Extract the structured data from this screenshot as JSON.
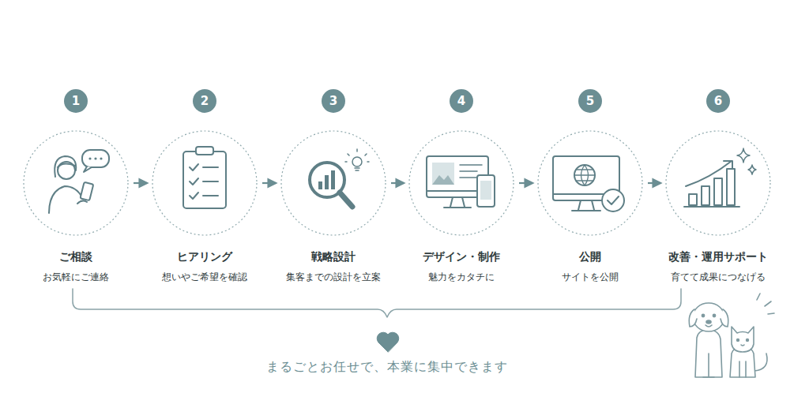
{
  "diagram": {
    "nodes": [
      {
        "text": [
          "1"
        ]
      },
      {
        "text": [
          "ご相談",
          "お気軽にご連絡"
        ]
      },
      {
        "text": [
          "2"
        ]
      },
      {
        "text": [
          "ヒアリング",
          "想いやご希望を確認"
        ]
      },
      {
        "text": [
          "3"
        ]
      },
      {
        "text": [
          "戦略設計",
          "集客までの設計を立案"
        ]
      },
      {
        "text": [
          "4"
        ]
      },
      {
        "text": [
          "デザイン・制作",
          "魅力をカタチに"
        ]
      },
      {
        "text": [
          "5"
        ]
      },
      {
        "text": [
          "公開",
          "サイトを公開"
        ]
      },
      {
        "text": [
          "6"
        ]
      },
      {
        "text": [
          "改善・運用サポート",
          "育てて成果につなげる"
        ]
      }
    ],
    "edges": [
      {
        "from": 1,
        "to": 3,
        "arrow": "to"
      },
      {
        "from": 3,
        "to": 5,
        "arrow": "to"
      },
      {
        "from": 5,
        "to": 7,
        "arrow": "to"
      },
      {
        "from": 7,
        "to": 9,
        "arrow": "to"
      },
      {
        "from": 9,
        "to": 11,
        "arrow": "to"
      }
    ],
    "labels": [
      "まるごとお任せで、本業に集中できます"
    ]
  }
}
